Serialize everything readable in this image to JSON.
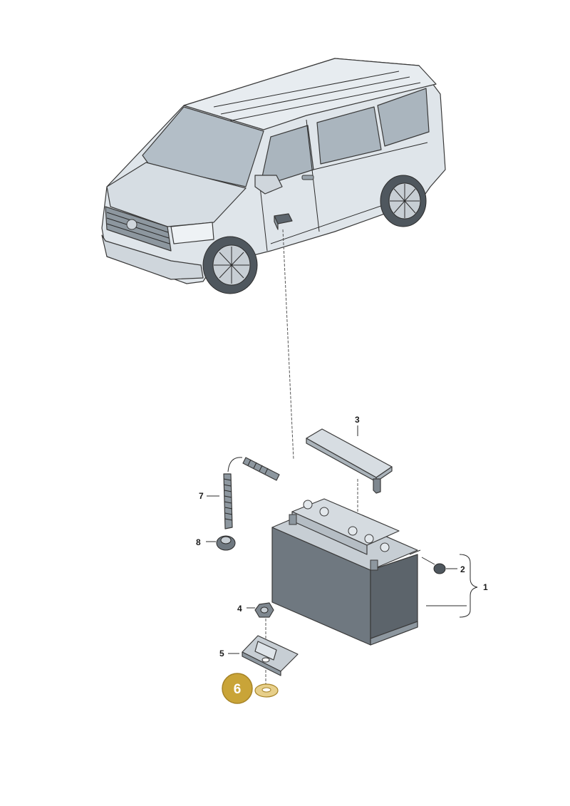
{
  "callouts": {
    "c1": "1",
    "c2": "2",
    "c3": "3",
    "c4": "4",
    "c5": "5",
    "c6": "6",
    "c7": "7",
    "c8": "8"
  },
  "highlight": {
    "part": "6",
    "color": "#c9a438"
  },
  "colors": {
    "van_body": "#dde3e8",
    "glass": "#aeb9c2",
    "battery_side": "#6f7880",
    "battery_top": "#c7ced4",
    "part_fill": "#d3d9de"
  }
}
